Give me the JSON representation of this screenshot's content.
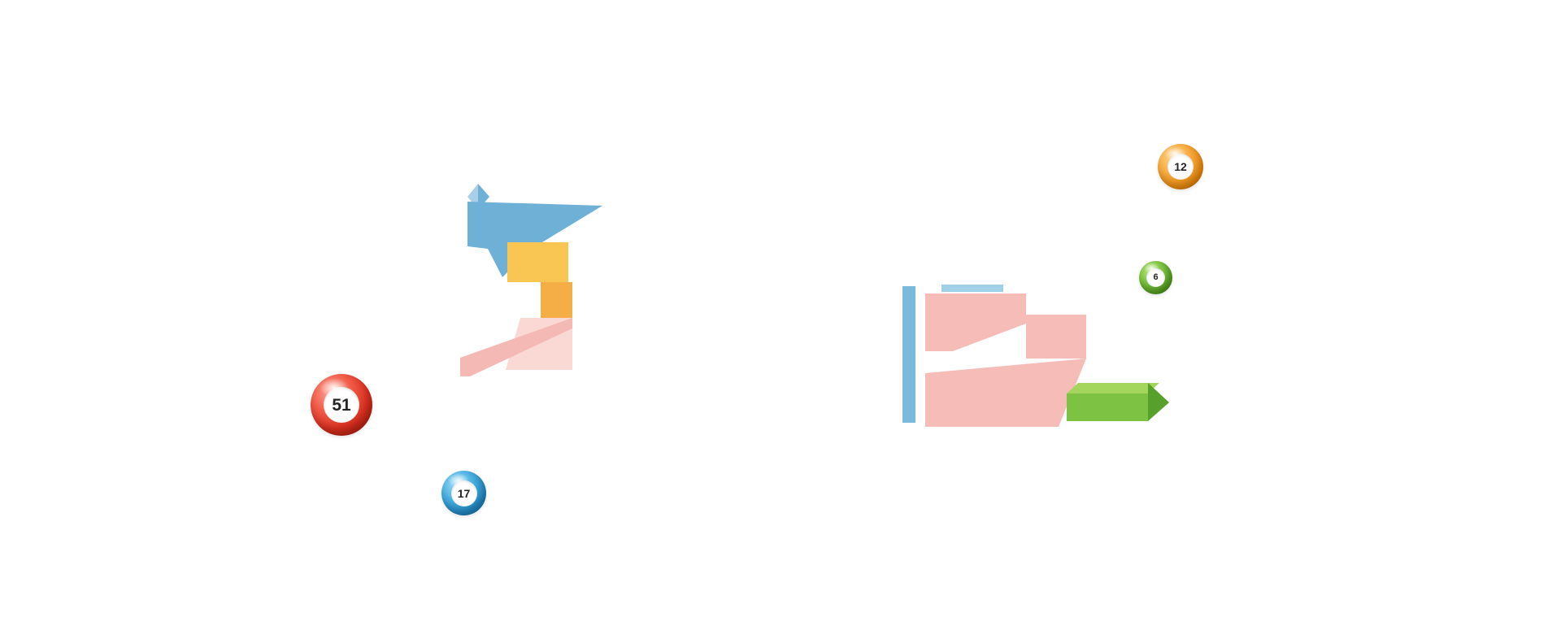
{
  "page": {
    "background_color": "#ffffff"
  },
  "balls": [
    {
      "id": "ball-51",
      "number": "51",
      "color_name": "red",
      "color": "#d92f1f"
    },
    {
      "id": "ball-17",
      "number": "17",
      "color_name": "blue",
      "color": "#2e9ad4"
    },
    {
      "id": "ball-12",
      "number": "12",
      "color_name": "orange",
      "color": "#f49a1e"
    },
    {
      "id": "ball-6",
      "number": "6",
      "color_name": "green",
      "color": "#6ab52e"
    }
  ],
  "illustrations": {
    "left": {
      "colors": {
        "blue": "#6fb0d6",
        "light_blue": "#a9cfe8",
        "yellow": "#f9c553",
        "orange": "#f5ae45",
        "pink": "#f4b9b4",
        "light_pink": "#fad9d5"
      }
    },
    "right": {
      "colors": {
        "blue_bar": "#7cb9da",
        "light_blue": "#9fd0e8",
        "pink": "#f5bcb8",
        "green": "#7dc242",
        "green_light": "#a4d65e",
        "green_dark": "#58a02c"
      }
    }
  }
}
